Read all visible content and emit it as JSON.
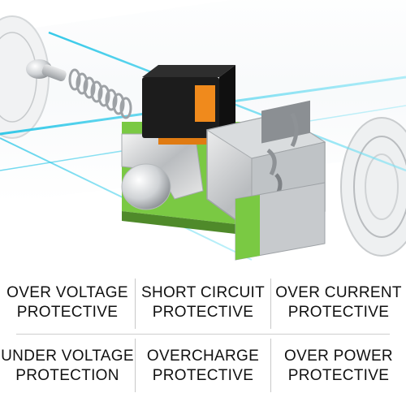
{
  "colors": {
    "text": "#111111",
    "divider": "#c8c8c8",
    "accent_cyan": "#1fc3e6",
    "pcb_green": "#7ac943",
    "inductor_orange": "#f08a1c"
  },
  "hero": {
    "image": "usb-charger-circuit-illustration",
    "icon": "usb-port-icon"
  },
  "features": [
    {
      "line1": "OVER VOLTAGE",
      "line2": "PROTECTIVE"
    },
    {
      "line1": "SHORT CIRCUIT",
      "line2": "PROTECTIVE"
    },
    {
      "line1": "OVER CURRENT",
      "line2": "PROTECTIVE"
    },
    {
      "line1": "UNDER VOLTAGE",
      "line2": "PROTECTION"
    },
    {
      "line1": "OVERCHARGE",
      "line2": "PROTECTIVE"
    },
    {
      "line1": "OVER POWER",
      "line2": "PROTECTIVE"
    }
  ]
}
